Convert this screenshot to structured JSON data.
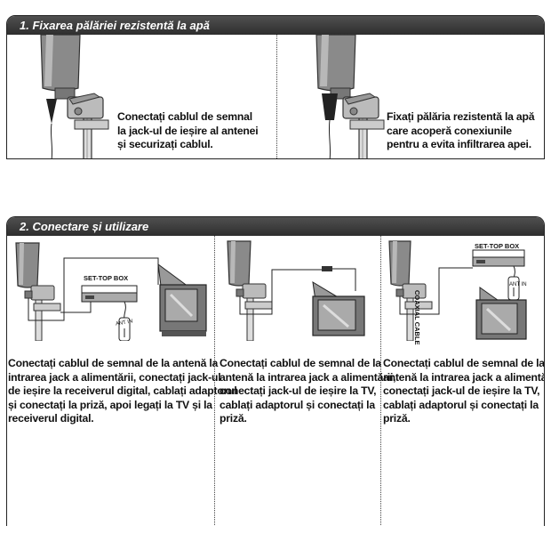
{
  "section1": {
    "title": "1. Fixarea pălăriei rezistentă la apă",
    "step_a_lines": [
      "Conectați cablul de semnal",
      "la jack-ul de ieșire al antenei",
      " și securizați cablul."
    ],
    "step_b_lines": [
      "Fixați pălăria rezistentă la apă",
      "care acoperă conexiunile",
      "pentru a evita infiltrarea apei."
    ]
  },
  "section2": {
    "title": "2. Conectare și utilizare",
    "labels": {
      "set_top_box_1": "SET-TOP BOX",
      "set_top_box_3": "SET-TOP BOX",
      "ant_in_1": "ANT IN",
      "ant_in_3": "ANT IN",
      "coaxial_cable": "COAXIAL CABLE"
    },
    "step1_lines": [
      "Conectați cablul de semnal de la antenă la",
      "intrarea jack a alimentării, conectați jack-ul",
      "de ieșire la receiverul digital, cablați adaptorul",
      " și conectați la priză, apoi legați la TV și la",
      "receiverul digital."
    ],
    "step2_lines": [
      "Conectați cablul de semnal de la",
      "antenă la intrarea jack a alimentării,",
      " conectați jack-ul de ieșire la TV,",
      " cablați adaptorul și conectați la",
      "priză."
    ],
    "step3_lines": [
      "Conectați cablul de semnal de la",
      "antenă la intrarea jack a alimentării,",
      "conectați jack-ul de ieșire la TV,",
      " cablați adaptorul și conectați la",
      "priză."
    ]
  },
  "colors": {
    "header_bg": "#3a3a3a",
    "header_text": "#ffffff",
    "line": "#222222"
  }
}
